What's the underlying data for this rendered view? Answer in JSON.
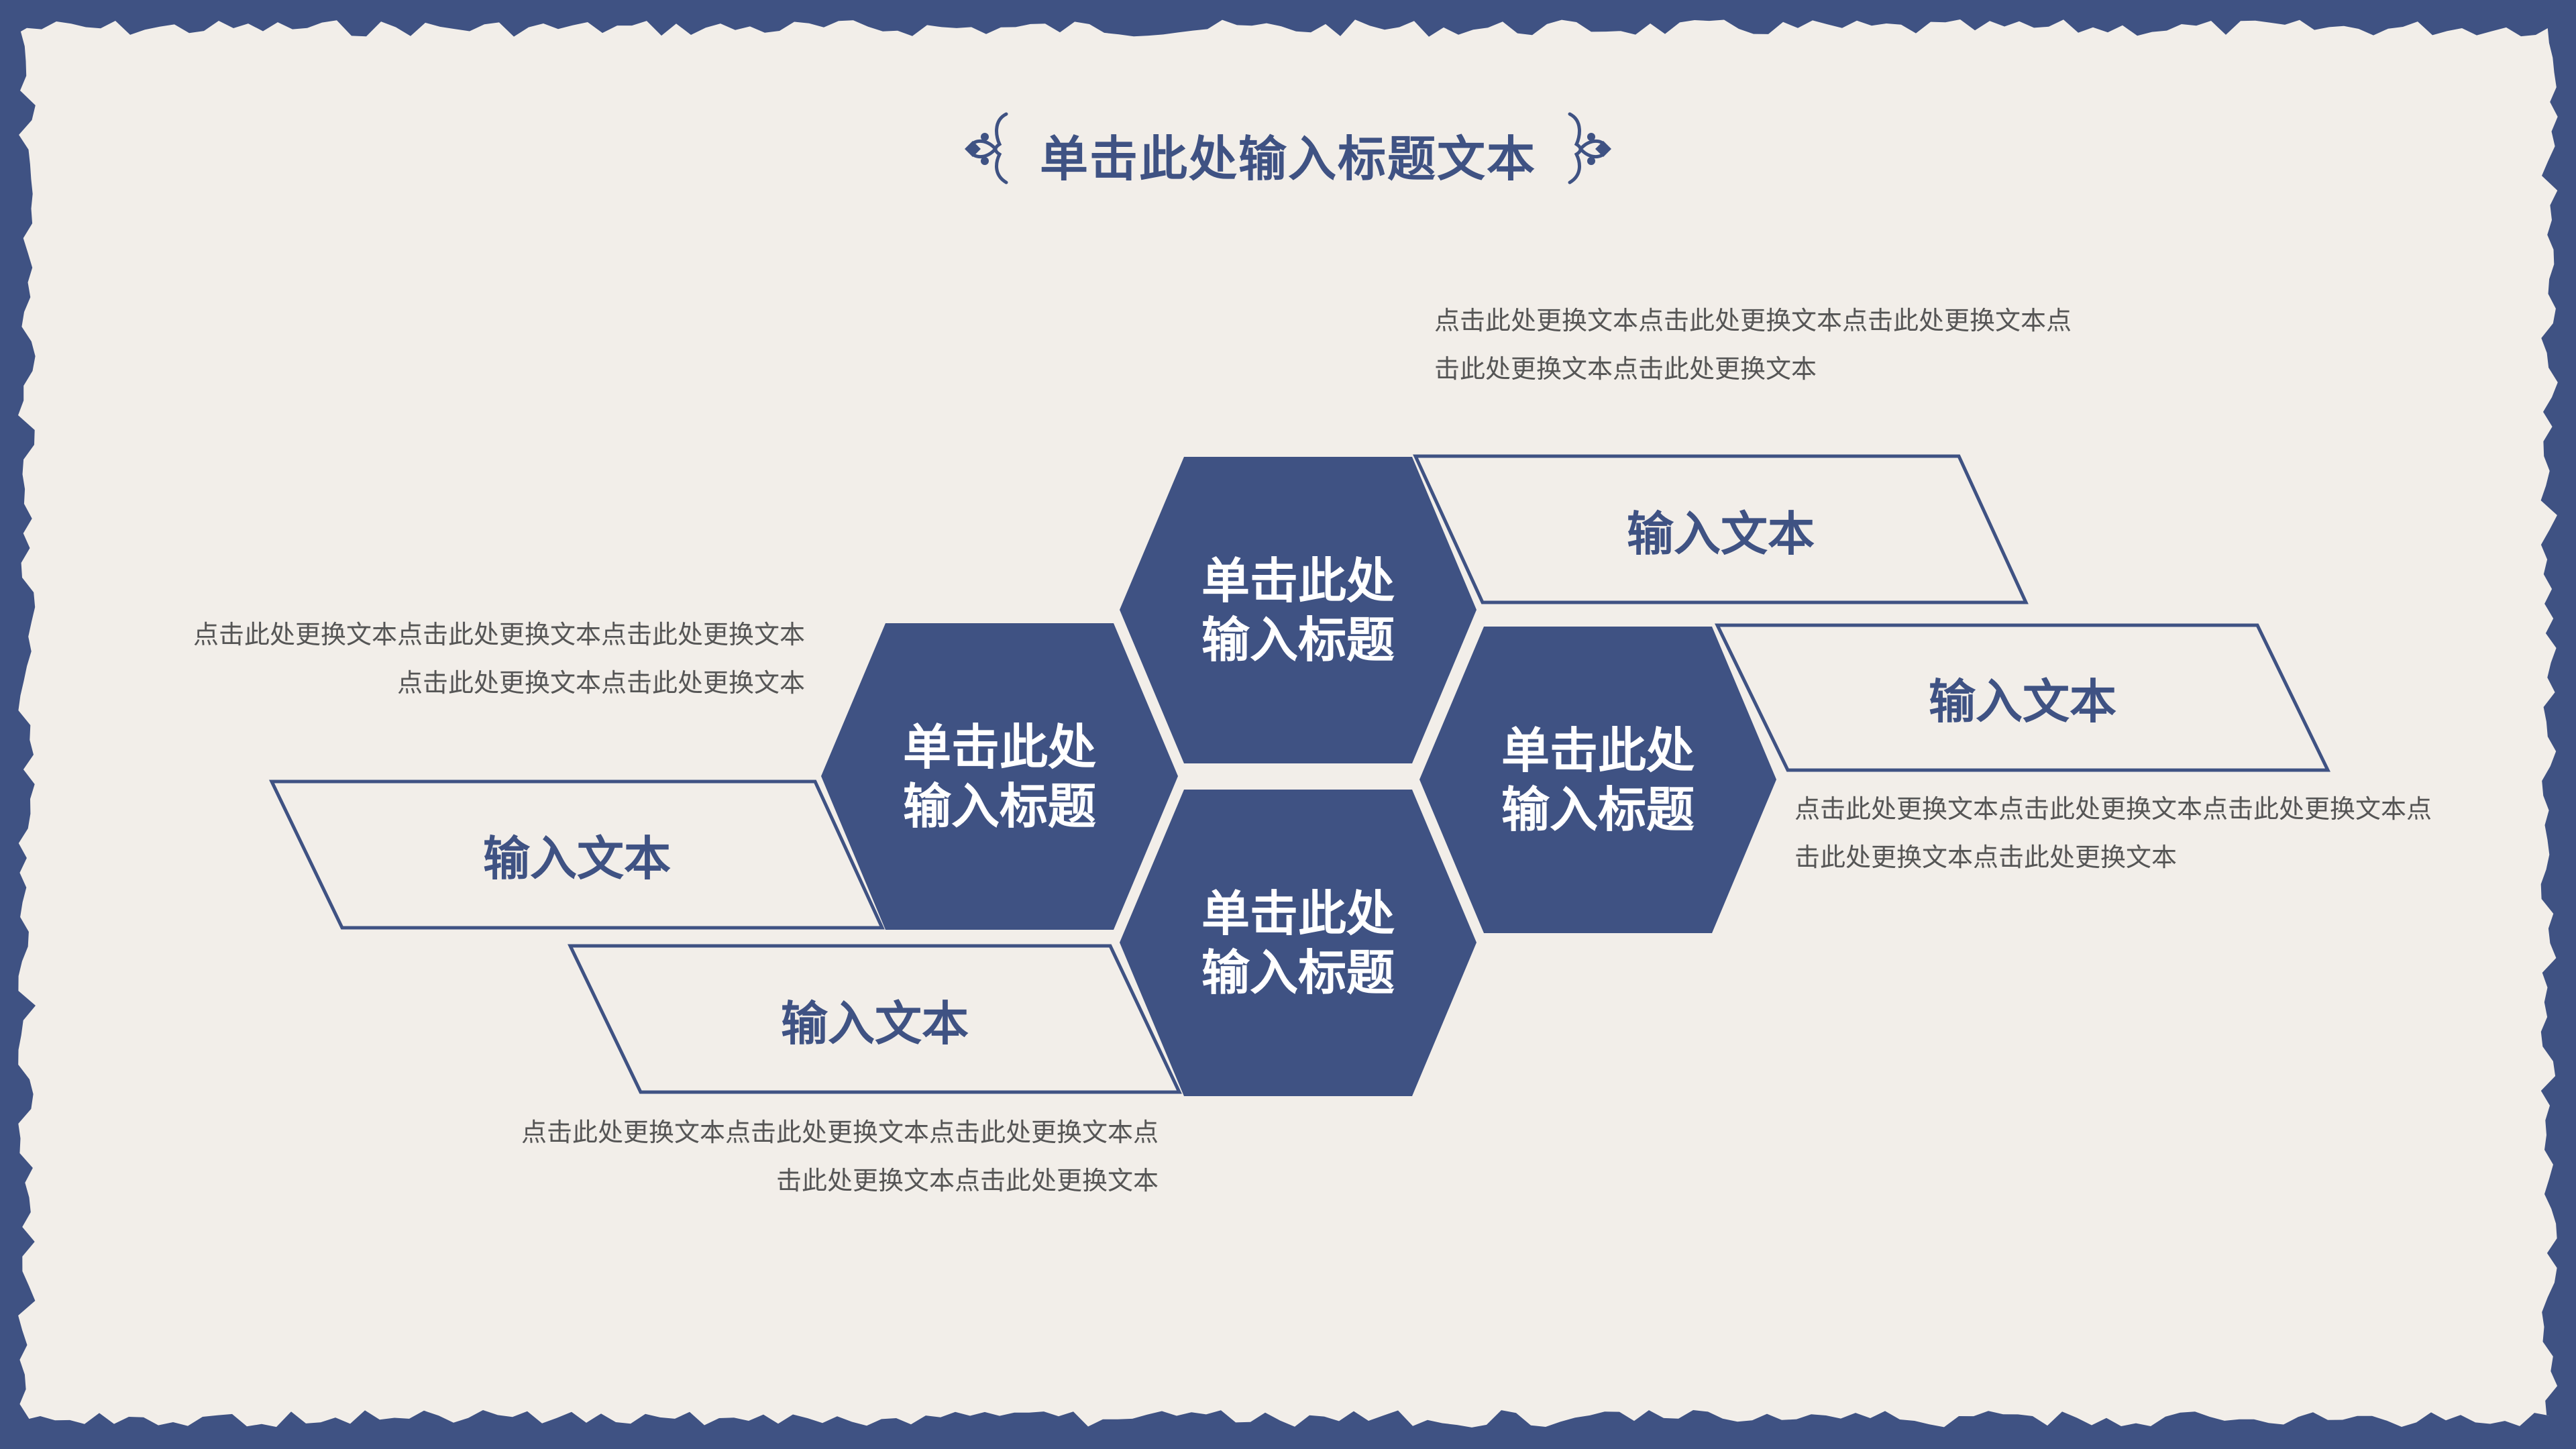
{
  "title": "单击此处输入标题文本",
  "colors": {
    "frame": "#3f5283",
    "paper": "#f2eee9",
    "hexagon": "#3f5283",
    "parallelogram_stroke": "#3f5283",
    "body_text": "#555555"
  },
  "icons": {
    "left_ornament": "fleur-bracket-ornament",
    "right_ornament": "fleur-bracket-ornament"
  },
  "hexagons": [
    {
      "line1": "单击此处",
      "line2": "输入标题"
    },
    {
      "line1": "单击此处",
      "line2": "输入标题"
    },
    {
      "line1": "单击此处",
      "line2": "输入标题"
    },
    {
      "line1": "单击此处",
      "line2": "输入标题"
    }
  ],
  "text_boxes": [
    {
      "label": "输入文本"
    },
    {
      "label": "输入文本"
    },
    {
      "label": "输入文本"
    },
    {
      "label": "输入文本"
    }
  ],
  "descriptions": [
    {
      "line1": "点击此处更换文本点击此处更换文本点击此处更换文本点",
      "line2": "击此处更换文本点击此处更换文本"
    },
    {
      "line1": "点击此处更换文本点击此处更换文本点击此处更换文本",
      "line2": "点击此处更换文本点击此处更换文本"
    },
    {
      "line1": "点击此处更换文本点击此处更换文本点击此处更换文本点",
      "line2": "击此处更换文本点击此处更换文本"
    },
    {
      "line1": "点击此处更换文本点击此处更换文本点击此处更换文本点",
      "line2": "击此处更换文本点击此处更换文本"
    }
  ]
}
